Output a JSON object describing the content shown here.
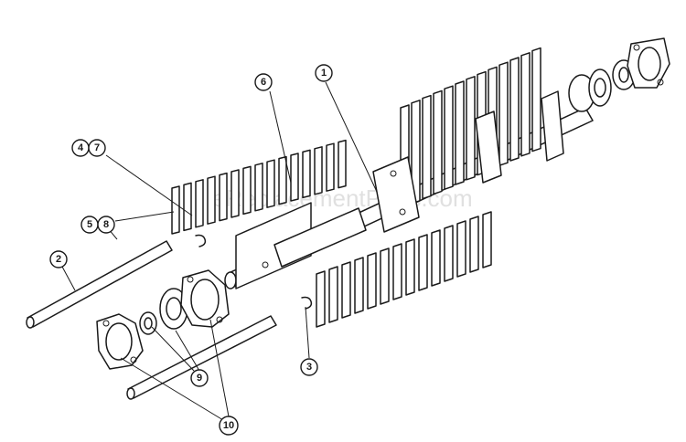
{
  "watermark": "eReplacementParts.com",
  "callouts": {
    "c1": "1",
    "c2": "2",
    "c3": "3",
    "c4": "4",
    "c5": "5",
    "c6": "6",
    "c7": "7",
    "c8": "8",
    "c9": "9",
    "c10": "10"
  }
}
